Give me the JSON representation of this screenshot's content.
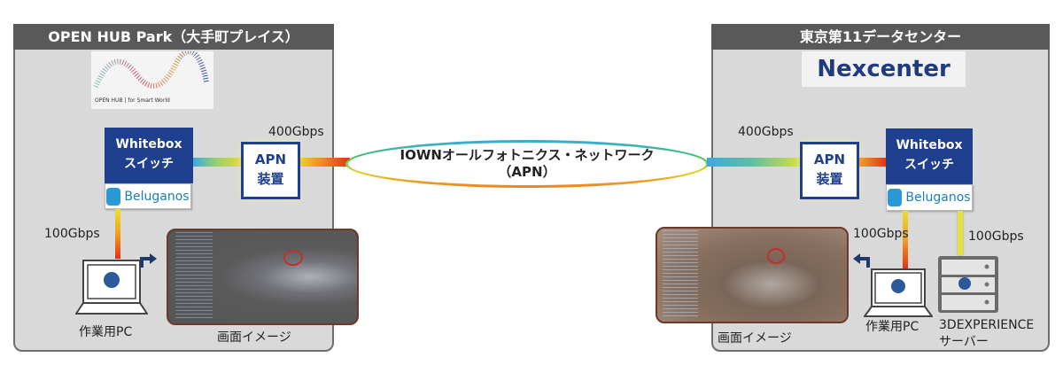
{
  "left_site": {
    "title": "OPEN HUB Park（大手町プレイス）",
    "logo_text": "OPEN HUB | for Smart World",
    "switch_label_1": "Whitebox",
    "switch_label_2": "スイッチ",
    "os_label": "Beluganos",
    "apn_label_1": "APN",
    "apn_label_2": "装置",
    "uplink_speed": "400Gbps",
    "pc_link_speed": "100Gbps",
    "pc_label": "作業用PC",
    "screen_label": "画面イメージ"
  },
  "network": {
    "name_line1": "IOWNオールフォトニクス・ネットワーク",
    "name_line2": "（APN）"
  },
  "right_site": {
    "title": "東京第11データセンター",
    "logo_text": "Nexcenter",
    "switch_label_1": "Whitebox",
    "switch_label_2": "スイッチ",
    "os_label": "Beluganos",
    "apn_label_1": "APN",
    "apn_label_2": "装置",
    "uplink_speed": "400Gbps",
    "pc_link_speed": "100Gbps",
    "server_link_speed": "100Gbps",
    "pc_label": "作業用PC",
    "server_label_1": "3DEXPERIENCE",
    "server_label_2": "サーバー",
    "screen_label": "画面イメージ"
  }
}
